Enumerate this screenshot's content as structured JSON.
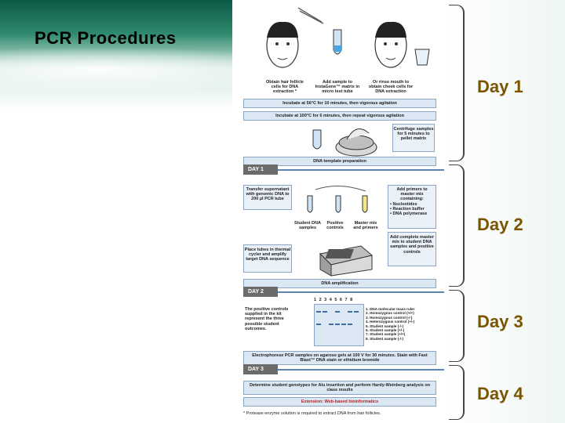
{
  "title": "PCR Procedures",
  "days": [
    "Day 1",
    "Day 2",
    "Day 3",
    "Day 4"
  ],
  "figure": {
    "step1_hair": "Obtain hair follicle cells for DNA extraction *",
    "step1_add": "Add sample to InstaGene™ matrix in micro test tube",
    "step1_rinse": "Or rinse mouth to obtain cheek cells for DNA extraction",
    "incubate56": "Incubate at 56°C for 10 minutes, then vigorous agitation",
    "incubate100": "Incubate at 100°C for 6 minutes, then repeat vigorous agitation",
    "centrifuge": "Centrifuge samples for 5 minutes to pellet matrix",
    "dna_template": "DNA template preparation",
    "day1_tag": "DAY 1",
    "transfer": "Transfer supernatant with genomic DNA to 200 µl PCR tube",
    "add_primers": "Add primers to master mix containing:",
    "mix_items": [
      "• Nucleotides",
      "• Reaction buffer",
      "• DNA polymerase"
    ],
    "student_dna": "Student DNA samples",
    "positive_controls": "Positive controls",
    "master_mix": "Master mix and primers",
    "add_complete": "Add complete master mix to student DNA samples and positive controls",
    "place_tubes": "Place tubes in thermal cycler and amplify target DNA sequence",
    "dna_amp": "DNA amplification",
    "day2_tag": "DAY 2",
    "lanes": "1 2 3 4 5 6 7 8",
    "positive_note": "The positive controls supplied in the kit represent the three possible student outcomes.",
    "legend": [
      "1. DNA molecular mass ruler",
      "2. Homozygous control (+/+)",
      "3. Homozygous control (-/-)",
      "4. Heterozygous control (+/-)",
      "5. Student sample (-/-)",
      "6. Student sample (+/-)",
      "7. Student sample (+/+)",
      "8. Student sample (-/-)"
    ],
    "electrophorese": "Electrophorese PCR samples on agarose gels at 100 V for 30 minutes. Stain with Fast Blast™ DNA stain or ethidium bromide",
    "day3_tag": "DAY 3",
    "determine": "Determine student genotypes for Alu insertion and perform Hardy-Weinberg analysis on class results",
    "extension": "Extension: Web-based bioinformatics",
    "footnote": "* Protease enzyme solution is required to extract DNA from hair follicles."
  }
}
